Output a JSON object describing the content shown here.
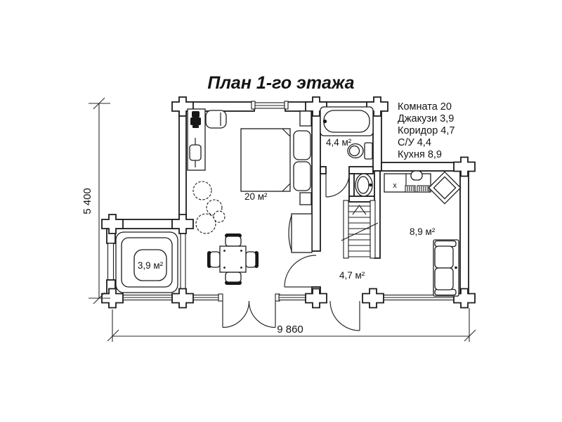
{
  "title": "План 1-го этажа",
  "legend": [
    "Комната 20",
    "Джакузи 3,9",
    "Коридор 4,7",
    "С/У 4,4",
    "Кухня 8,9"
  ],
  "dimensions": {
    "height": "5 400",
    "width": "9 860"
  },
  "rooms": {
    "bedroom": "20 м²",
    "bathroom": "4,4 м²",
    "jacuzzi": "3,9 м²",
    "hallway": "4,7 м²",
    "kitchen": "8,9 м²"
  },
  "kitchen": {
    "sink_marker": "х"
  },
  "colors": {
    "line": "#1c1c1c",
    "background": "#ffffff"
  }
}
